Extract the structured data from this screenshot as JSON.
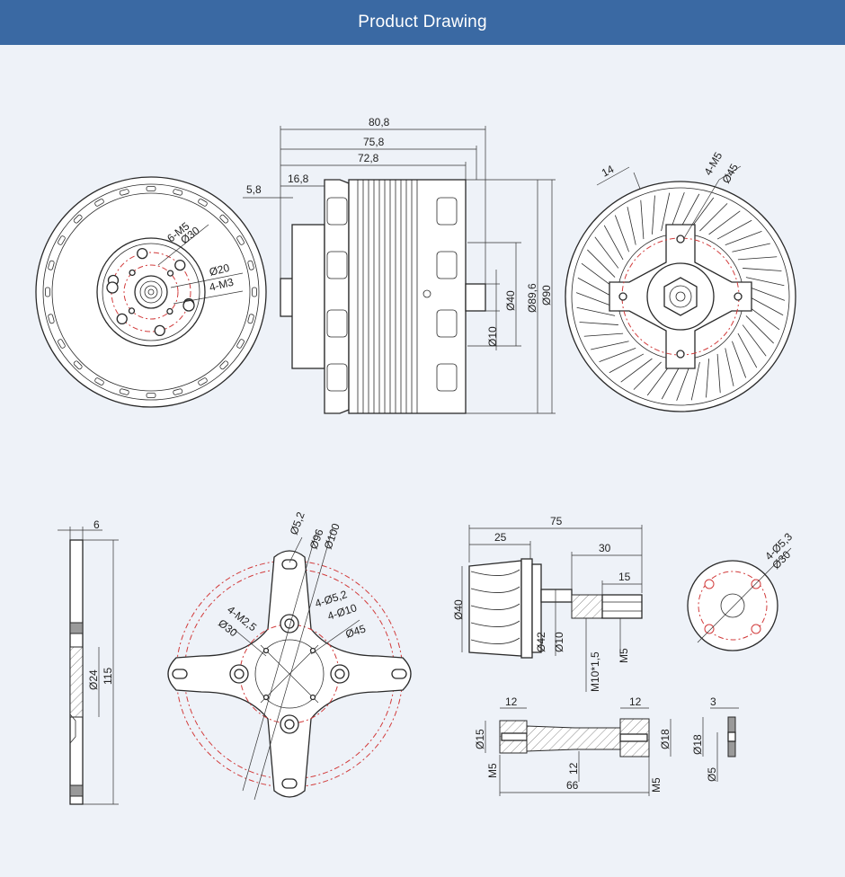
{
  "header": {
    "title": "Product Drawing"
  },
  "colors": {
    "header_bg": "#3a69a3",
    "page_bg": "#eef2f8",
    "line": "#2a2a2a",
    "centerline": "#d23c3c"
  },
  "motor_side": {
    "d1": "80,8",
    "d2": "75,8",
    "d3": "72,8",
    "d4": "16,8",
    "d5": "5,8",
    "r1": "Ø40",
    "r2": "Ø10",
    "r3": "Ø89,6",
    "r4": "Ø90"
  },
  "motor_front": {
    "l1": "6-M5",
    "l2": "Ø30",
    "l3": "Ø20",
    "l4": "4-M3"
  },
  "motor_back": {
    "l1": "14",
    "l2": "4-M5",
    "l3": "Ø45"
  },
  "mount_side": {
    "l1": "6",
    "l2": "Ø24",
    "l3": "115"
  },
  "mount_front": {
    "l1": "Ø5,2",
    "l2": "Ø96",
    "l3": "Ø100",
    "l4": "4-Ø5,2",
    "l5": "4-Ø10",
    "l6": "4-M2,5",
    "l7": "Ø30",
    "l8": "Ø45"
  },
  "prop_adapter": {
    "l1": "75",
    "l2": "25",
    "l3": "30",
    "l4": "15",
    "l5": "Ø40",
    "l6": "Ø42",
    "l7": "Ø10",
    "l8": "M10*1,5",
    "l9": "M5"
  },
  "adapter_face": {
    "l1": "4-Ø5,3",
    "l2": "Ø30"
  },
  "shaft": {
    "l1": "12",
    "l2": "12",
    "l3": "Ø15",
    "l4": "Ø18",
    "l5": "M5",
    "l6": "12",
    "l7": "66",
    "l8": "M5"
  },
  "washer": {
    "l1": "3",
    "l2": "Ø18",
    "l3": "Ø5"
  }
}
